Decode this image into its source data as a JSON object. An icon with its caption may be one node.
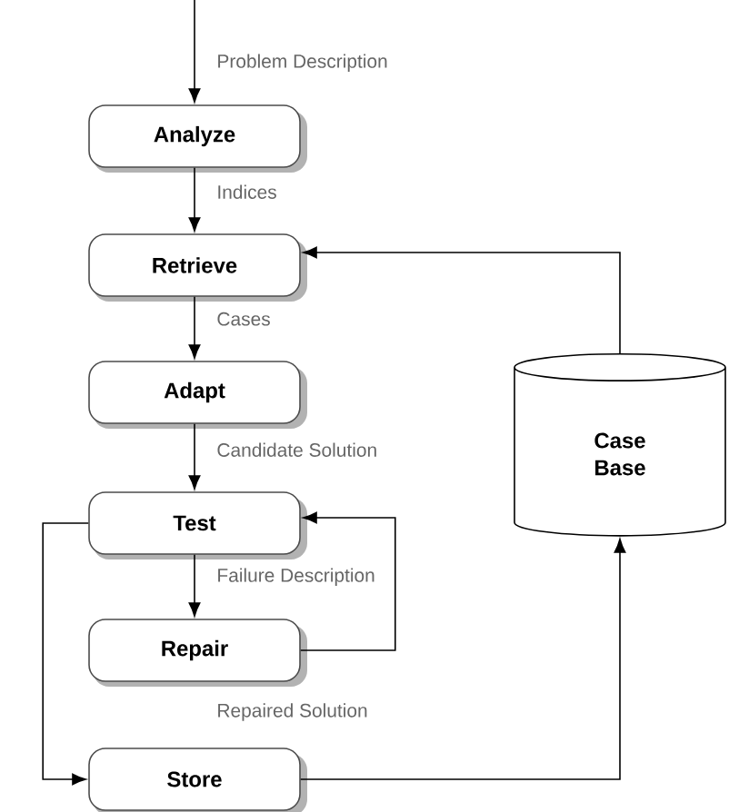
{
  "diagram": {
    "nodes": [
      {
        "text": [
          "Analyze"
        ]
      },
      {
        "text": [
          "Retrieve"
        ]
      },
      {
        "text": [
          "Adapt"
        ]
      },
      {
        "text": [
          "Test"
        ]
      },
      {
        "text": [
          "Repair"
        ]
      },
      {
        "text": [
          "Store"
        ]
      },
      {
        "text": [
          "Case Base"
        ]
      }
    ],
    "edges": [
      {
        "from": null,
        "to": 0,
        "arrow": "to",
        "label": "Problem Description"
      },
      {
        "from": 0,
        "to": 1,
        "arrow": "to",
        "label": "Indices"
      },
      {
        "from": 1,
        "to": 2,
        "arrow": "to",
        "label": "Cases"
      },
      {
        "from": 2,
        "to": 3,
        "arrow": "to",
        "label": "Candidate Solution"
      },
      {
        "from": 3,
        "to": 4,
        "arrow": "to",
        "label": "Failure Description"
      },
      {
        "from": 4,
        "to": 3,
        "arrow": "to"
      },
      {
        "from": 3,
        "to": 5,
        "arrow": "to"
      },
      {
        "from": 5,
        "to": 6,
        "arrow": "to"
      },
      {
        "from": 6,
        "to": 1,
        "arrow": "to"
      }
    ],
    "labels": [
      "Repaired Solution"
    ]
  }
}
